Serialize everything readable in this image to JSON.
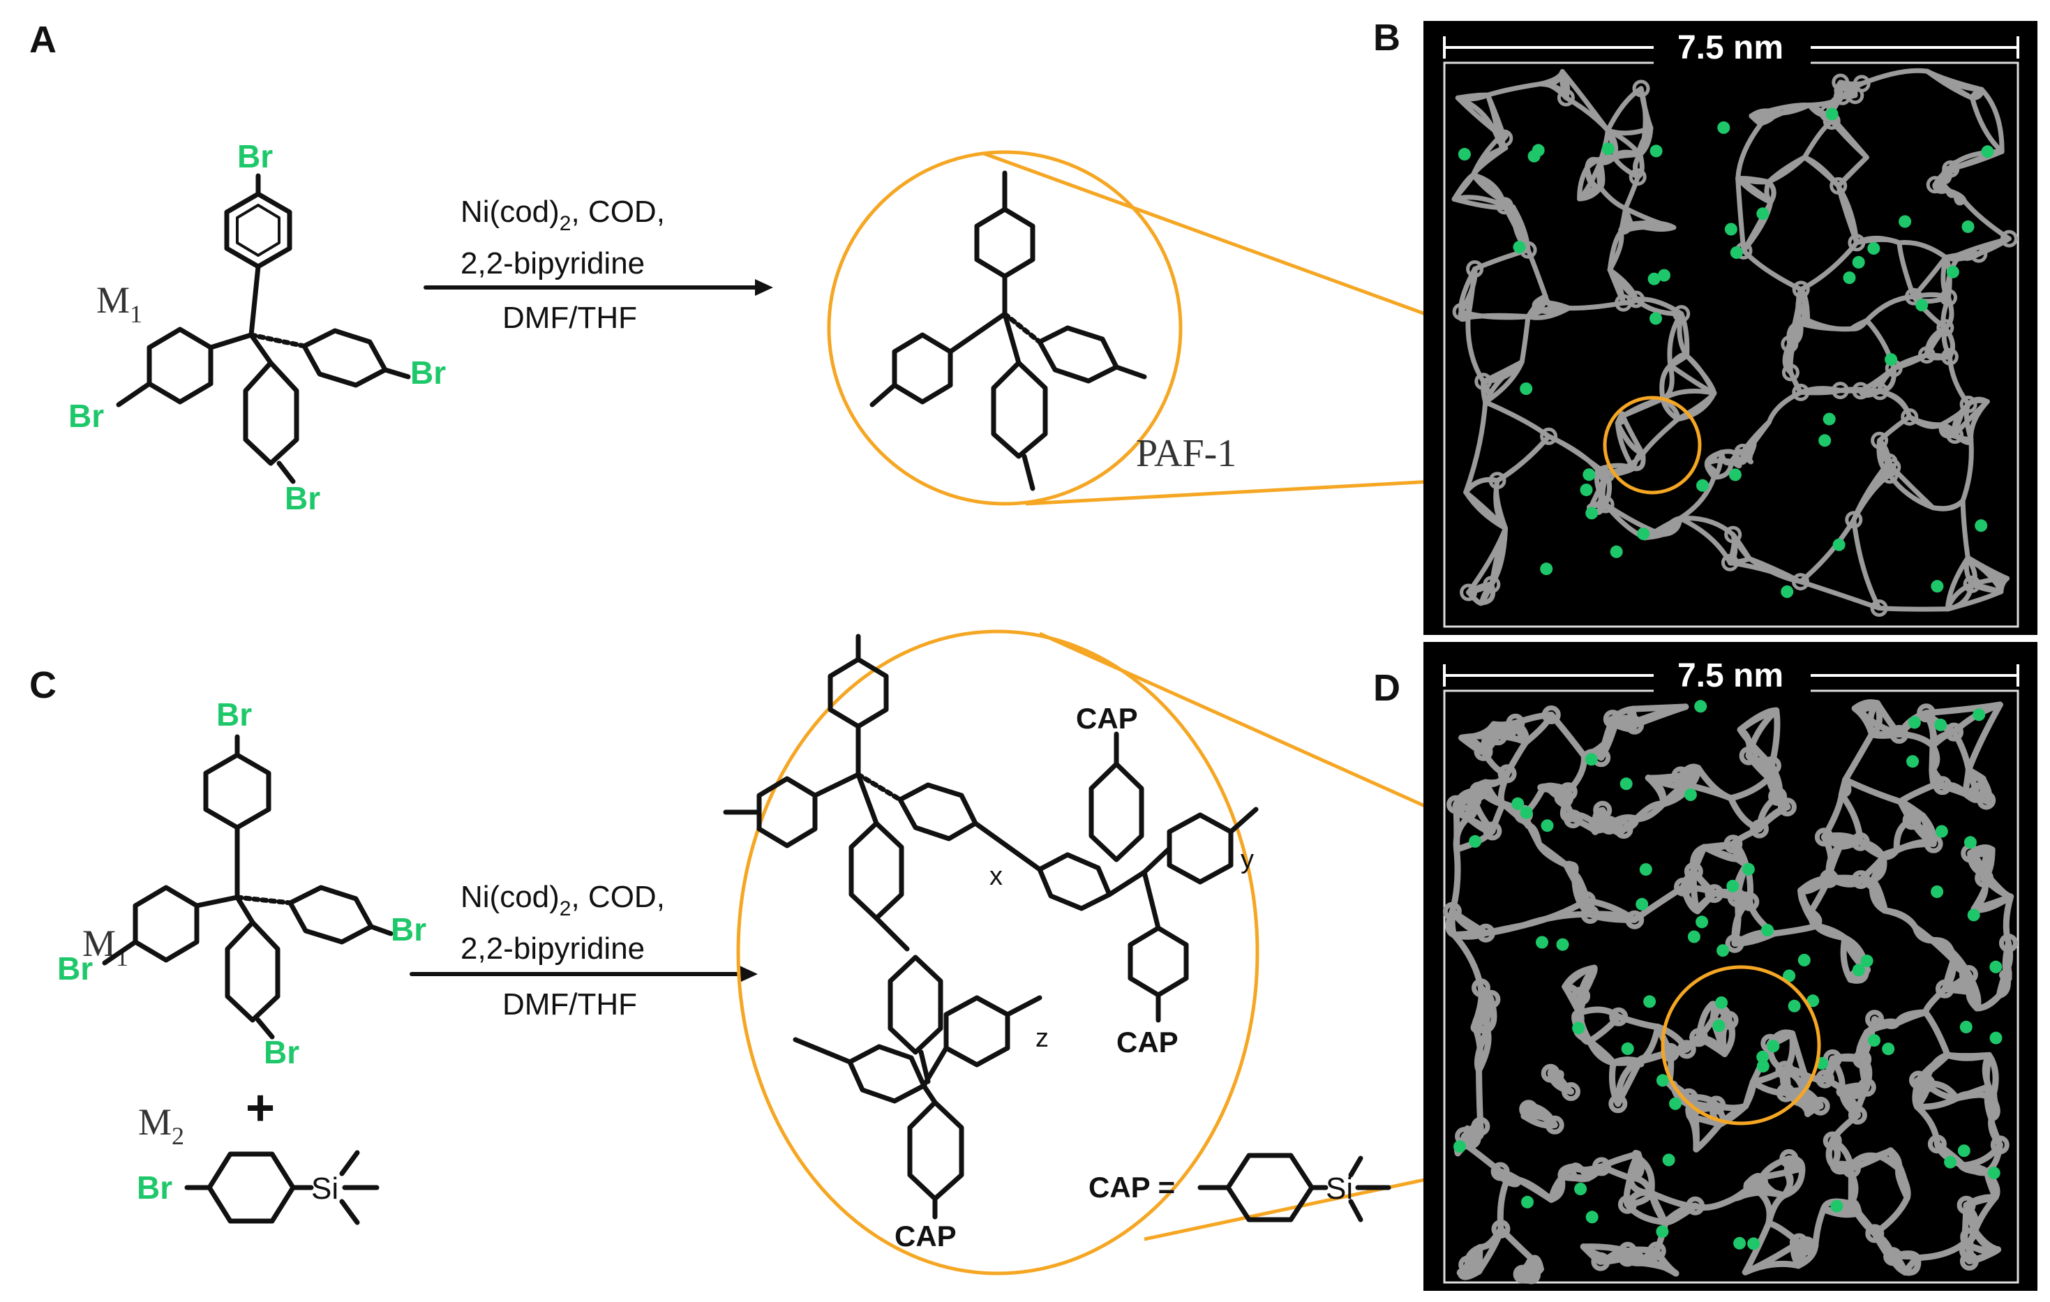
{
  "panels": {
    "a": {
      "letter": "A",
      "monomer": "M",
      "monomer_sub": "1",
      "product": "PAF-1"
    },
    "b": {
      "letter": "B",
      "scale": "7.5 nm"
    },
    "c": {
      "letter": "C",
      "monomer1": "M",
      "monomer1_sub": "1",
      "monomer2": "M",
      "monomer2_sub": "2",
      "plus": "+"
    },
    "d": {
      "letter": "D",
      "scale": "7.5 nm"
    }
  },
  "reaction": {
    "line1_pre": "Ni(cod)",
    "line1_sub": "2",
    "line1_post": ", COD,",
    "line2": "2,2-bipyridine",
    "line3": "DMF/THF"
  },
  "atoms": {
    "bromine": "Br",
    "silicon": "Si"
  },
  "polymer_labels": {
    "cap": "CAP",
    "x": "x",
    "y": "y",
    "z": "z",
    "cap_def": "CAP ="
  },
  "colors": {
    "bromine": "#1ec86a",
    "highlight": "#f5a623",
    "network": "#9b9b9b",
    "end_group": "#1ec86a"
  }
}
